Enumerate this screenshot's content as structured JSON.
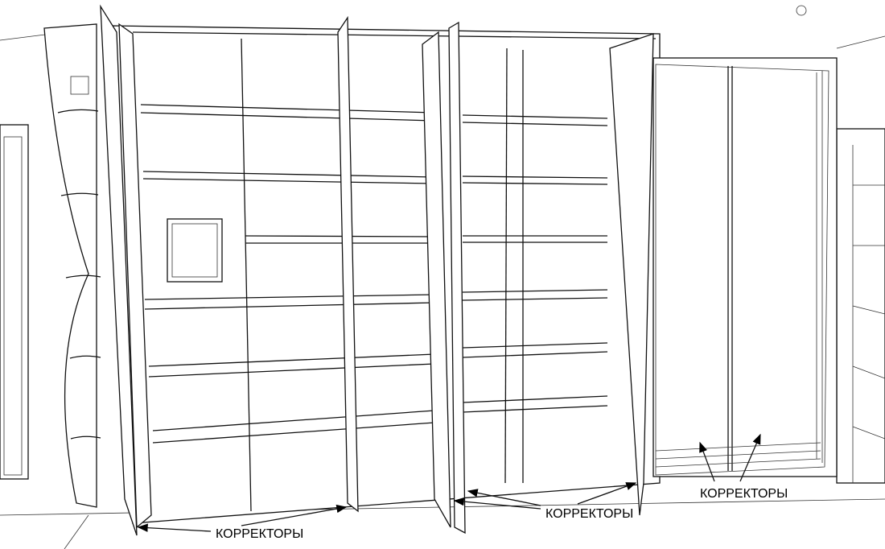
{
  "annotations": {
    "left_label": "КОРРЕКТОРЫ",
    "center_label": "КОРРЕКТОРЫ",
    "right_label": "КОРРЕКТОРЫ"
  },
  "colors": {
    "line": "#111111",
    "background": "#ffffff"
  }
}
